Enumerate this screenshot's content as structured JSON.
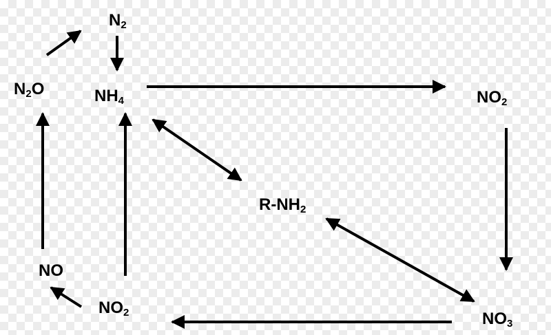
{
  "nodes": {
    "n2": {
      "base": "N",
      "sub": "2",
      "tail": ""
    },
    "n2o": {
      "base": "N",
      "sub": "2",
      "tail": "O"
    },
    "nh4": {
      "base": "NH",
      "sub": "4",
      "tail": ""
    },
    "no2_r": {
      "base": "NO",
      "sub": "2",
      "tail": ""
    },
    "rnh2": {
      "base": "R-NH",
      "sub": "2",
      "tail": ""
    },
    "no": {
      "base": "NO",
      "sub": "",
      "tail": ""
    },
    "no2_b": {
      "base": "NO",
      "sub": "2",
      "tail": ""
    },
    "no3": {
      "base": "NO",
      "sub": "3",
      "tail": ""
    }
  },
  "colors": {
    "arrow": "#000000",
    "text": "#000000"
  }
}
